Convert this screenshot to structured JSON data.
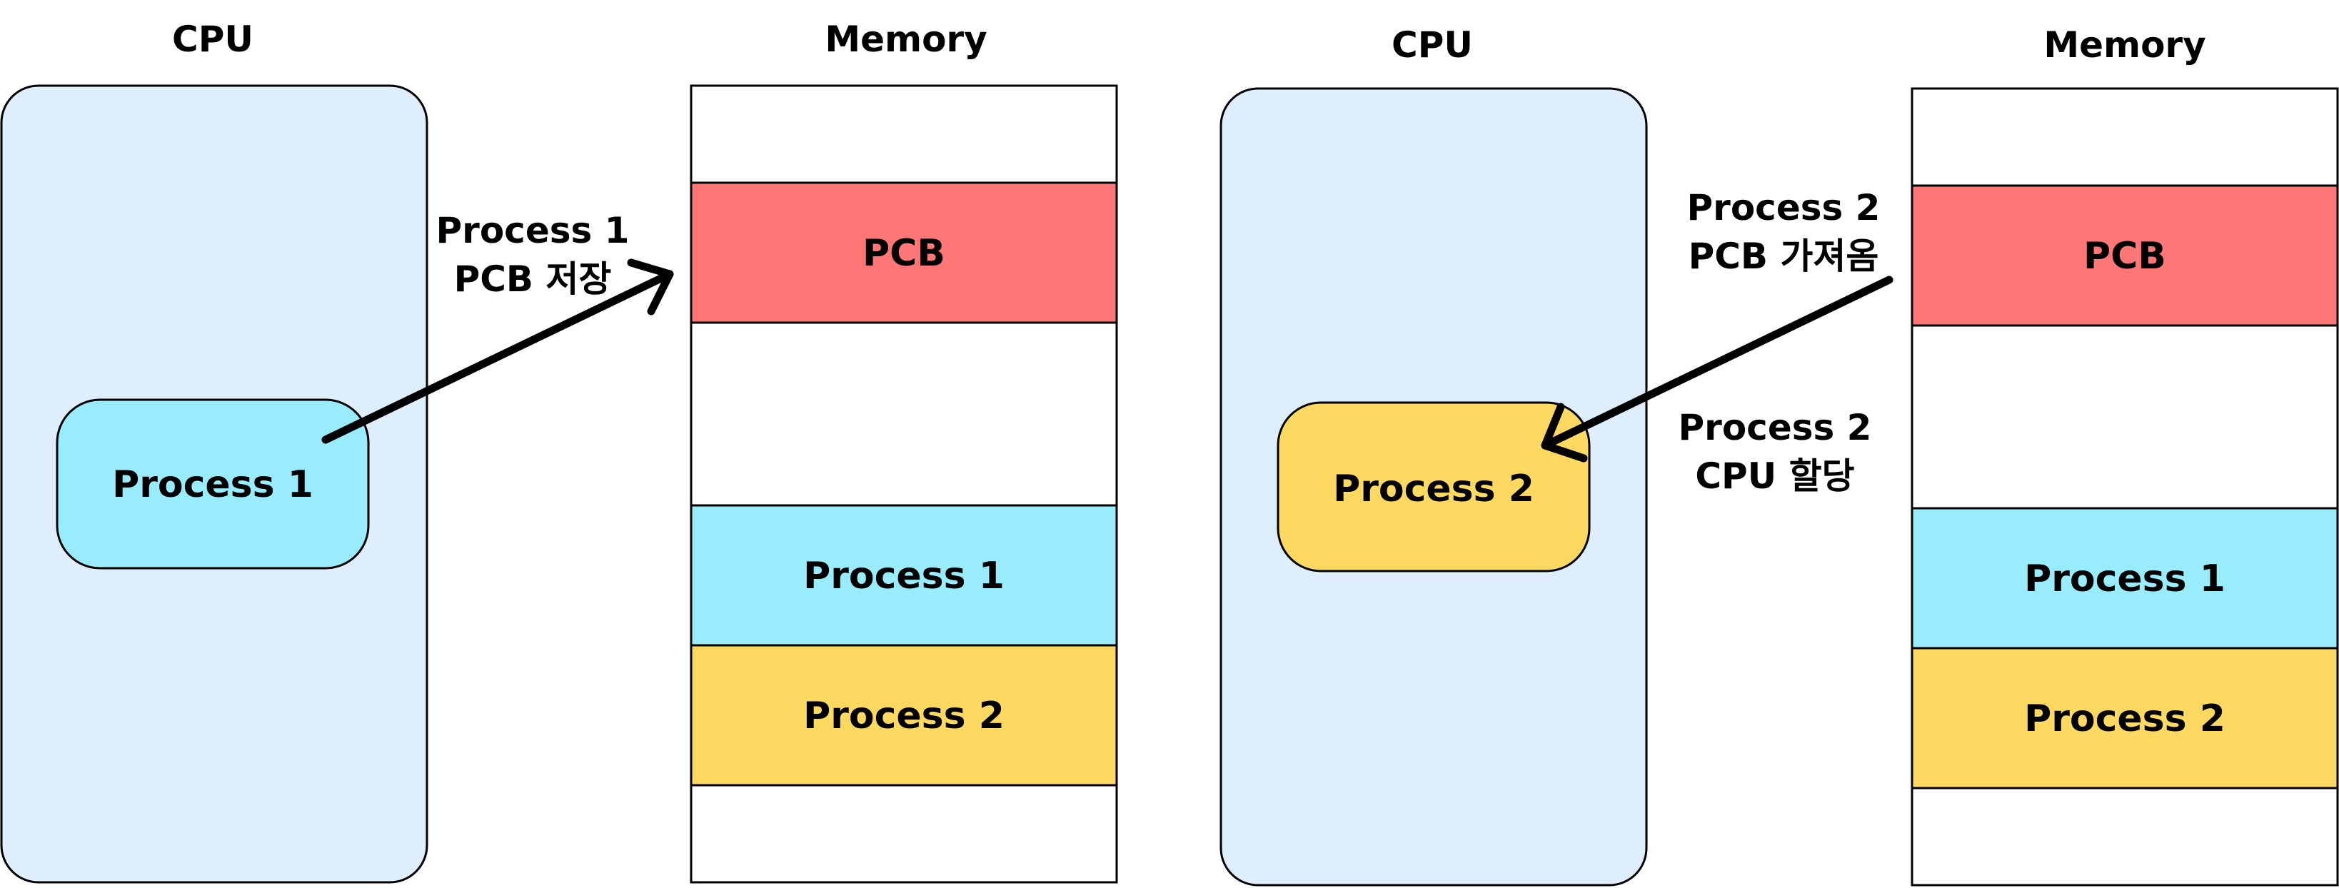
{
  "colors": {
    "cpu_fill": "#deeefd",
    "pcb": "#ff7676",
    "process1": "#99ecfd",
    "process2": "#fdd962",
    "stroke": "#000000",
    "background": "#ffffff"
  },
  "left_panel": {
    "cpu_title": "CPU",
    "memory_title": "Memory",
    "cpu_process": "Process 1",
    "arrow_label_line1": "Process 1",
    "arrow_label_line2": "PCB 저장",
    "memory": {
      "pcb": "PCB",
      "process1": "Process 1",
      "process2": "Process 2"
    }
  },
  "right_panel": {
    "cpu_title": "CPU",
    "memory_title": "Memory",
    "cpu_process": "Process 2",
    "arrow_label_top_line1": "Process 2",
    "arrow_label_top_line2": "PCB 가져옴",
    "arrow_label_bottom_line1": "Process 2",
    "arrow_label_bottom_line2": "CPU 할당",
    "memory": {
      "pcb": "PCB",
      "process1": "Process 1",
      "process2": "Process 2"
    }
  }
}
